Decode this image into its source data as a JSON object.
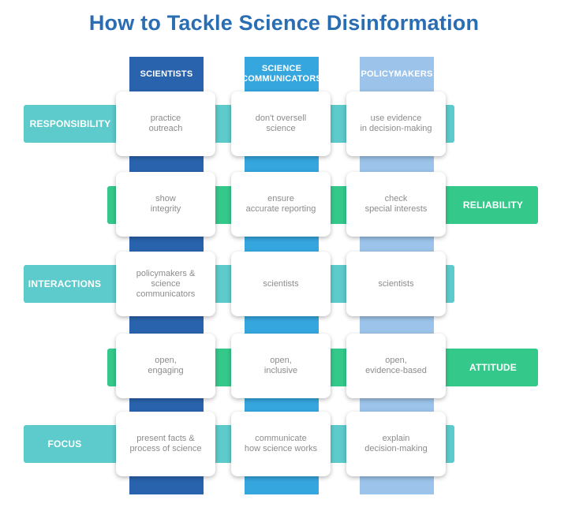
{
  "title": "How to Tackle Science Disinformation",
  "columns": [
    {
      "label": "SCIENTISTS",
      "color": "#2a63ad"
    },
    {
      "label": "SCIENCE\nCOMMUNICATORS",
      "color": "#35a6de"
    },
    {
      "label": "POLICYMAKERS",
      "color": "#9cc4ea"
    }
  ],
  "rows": [
    {
      "label": "RESPONSIBILITY",
      "side": "left",
      "color": "#5dcbcb",
      "cells": [
        "practice\noutreach",
        "don't oversell\nscience",
        "use evidence\nin decision-making"
      ]
    },
    {
      "label": "RELIABILITY",
      "side": "right",
      "color": "#34c98b",
      "cells": [
        "show\nintegrity",
        "ensure\naccurate reporting",
        "check\nspecial interests"
      ]
    },
    {
      "label": "INTERACTIONS",
      "side": "left",
      "color": "#5dcbcb",
      "cells": [
        "policymakers &\nscience\ncommunicators",
        "scientists",
        "scientists"
      ]
    },
    {
      "label": "ATTITUDE",
      "side": "right",
      "color": "#34c98b",
      "cells": [
        "open,\nengaging",
        "open,\ninclusive",
        "open,\nevidence-based"
      ]
    },
    {
      "label": "FOCUS",
      "side": "left",
      "color": "#5dcbcb",
      "cells": [
        "present facts &\nprocess of science",
        "communicate\nhow science works",
        "explain\ndecision-making"
      ]
    }
  ]
}
